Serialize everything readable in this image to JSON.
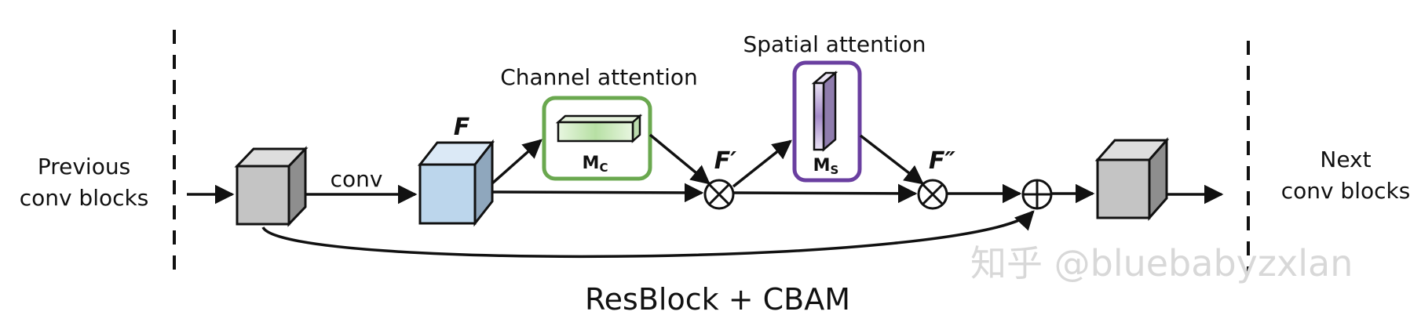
{
  "diagram": {
    "title": "ResBlock + CBAM",
    "labels": {
      "previous": [
        "Previous",
        "conv blocks"
      ],
      "next": [
        "Next",
        "conv blocks"
      ],
      "conv": "conv",
      "channel_attention": "Channel attention",
      "spatial_attention": "Spatial attention",
      "F": "F",
      "F_prime": "F′",
      "F_double_prime": "F″",
      "Mc": "M",
      "Mc_sub": "C",
      "Ms": "M",
      "Ms_sub": "S"
    },
    "operators": {
      "multiply": "⊗",
      "add": "⊕"
    },
    "watermark": "知乎 @bluebabyzxlan",
    "colors": {
      "input_block": "#c4c4c4",
      "feature_block": "#bcd6ec",
      "output_block": "#c4c4c4",
      "channel_border": "#6aa84f",
      "spatial_border": "#6a3fa0",
      "channel_map": "#c6e8b8",
      "spatial_map": "#b9a7d6"
    }
  }
}
